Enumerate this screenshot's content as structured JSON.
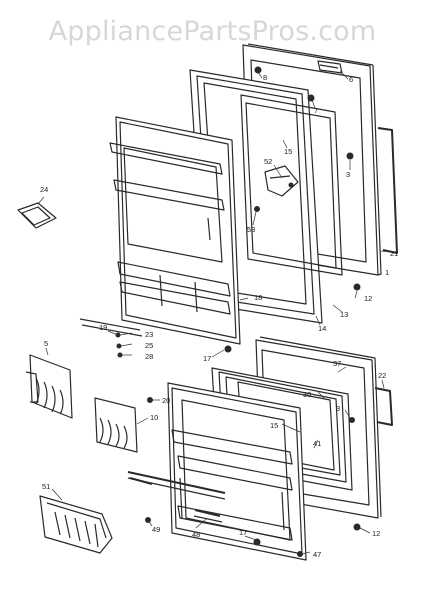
{
  "watermark": "AppliancePartsPros.com",
  "part_labels": {
    "p1": "1",
    "p3": "3",
    "p5": "5",
    "p6": "6",
    "p7": "7",
    "p8": "8",
    "p10": "10",
    "p12a": "12",
    "p12b": "12",
    "p13": "13",
    "p14": "14",
    "p15a": "15",
    "p15b": "15",
    "p17a": "17",
    "p17b": "17",
    "p18": "18",
    "p19": "19",
    "p20": "20",
    "p21": "21",
    "p22": "22",
    "p23": "23",
    "p24": "24",
    "p25": "25",
    "p28": "28",
    "p30": "30",
    "p37": "37",
    "p41": "41",
    "p47": "47",
    "p48": "48",
    "p49": "49",
    "p51": "51",
    "p52": "52",
    "p53": "53"
  }
}
